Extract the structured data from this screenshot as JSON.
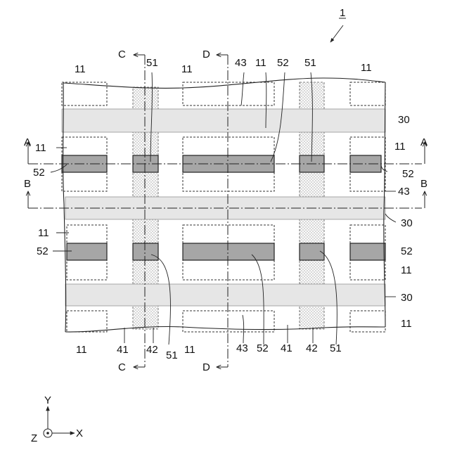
{
  "figure": {
    "ref": "1",
    "labels": {
      "n11": "11",
      "n30": "30",
      "n41": "41",
      "n42": "42",
      "n43": "43",
      "n51": "51",
      "n52": "52"
    },
    "sections": {
      "a": "A",
      "b": "B",
      "c": "C",
      "d": "D"
    },
    "axes": {
      "x": "X",
      "y": "Y",
      "z": "Z"
    }
  }
}
